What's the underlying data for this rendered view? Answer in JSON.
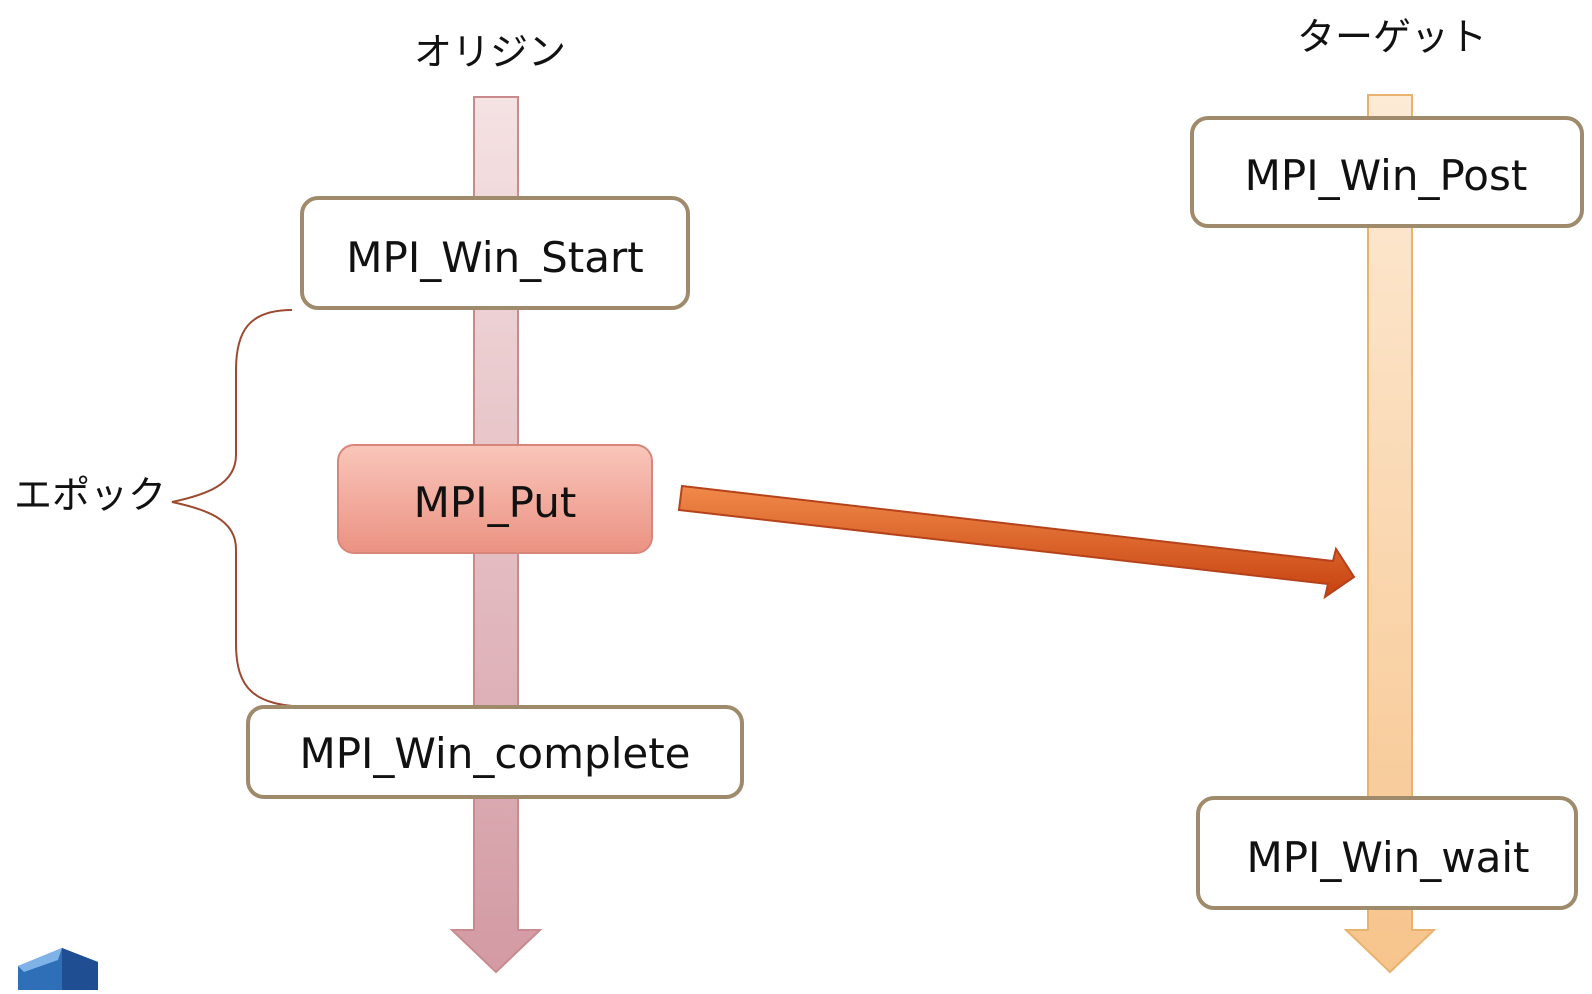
{
  "origin": {
    "heading": "オリジン",
    "steps": {
      "start": "MPI_Win_Start",
      "put": "MPI_Put",
      "complete": "MPI_Win_complete"
    },
    "epoch_label": "エポック"
  },
  "target": {
    "heading": "ターゲット",
    "steps": {
      "post": "MPI_Win_Post",
      "wait": "MPI_Win_wait"
    }
  },
  "colors": {
    "origin_timeline": "#d7a0a8",
    "target_timeline": "#f7c892",
    "box_border": "#a08a6c",
    "put_fill": "#efa090",
    "arrow": "#d9541f",
    "brace": "#9c4a32"
  }
}
